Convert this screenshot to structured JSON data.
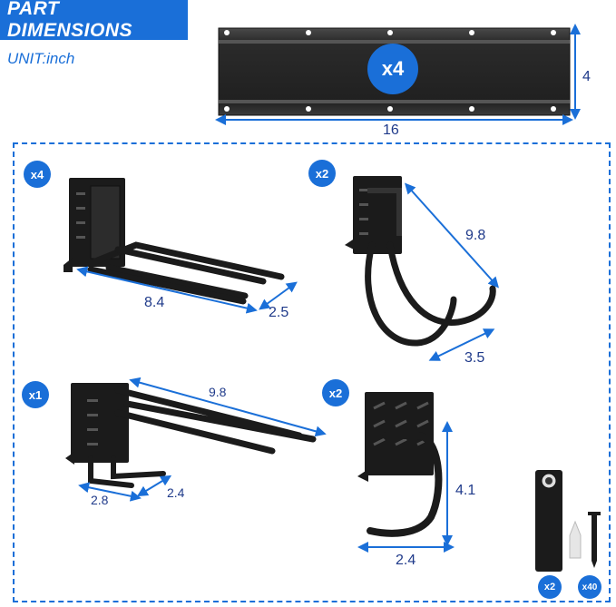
{
  "header": {
    "title": "PART DIMENSIONS",
    "unit": "UNIT:inch"
  },
  "rail": {
    "count": "x4",
    "length": "16",
    "height": "4"
  },
  "hooks": [
    {
      "id": "double-hook",
      "count": "x4",
      "dims": [
        "8.4",
        "2.5"
      ]
    },
    {
      "id": "hose-hook",
      "count": "x2",
      "dims": [
        "9.8",
        "3.5"
      ]
    },
    {
      "id": "tool-hook",
      "count": "x1",
      "dims": [
        "9.8",
        "2.8",
        "2.4"
      ]
    },
    {
      "id": "j-hook",
      "count": "x2",
      "dims": [
        "4.1",
        "2.4"
      ]
    }
  ],
  "hardware": {
    "bracket_count": "x2",
    "screw_count": "x40"
  },
  "colors": {
    "accent": "#1a6fd8",
    "dimension": "#1f3a8a",
    "metal": "#1b1b1b"
  }
}
